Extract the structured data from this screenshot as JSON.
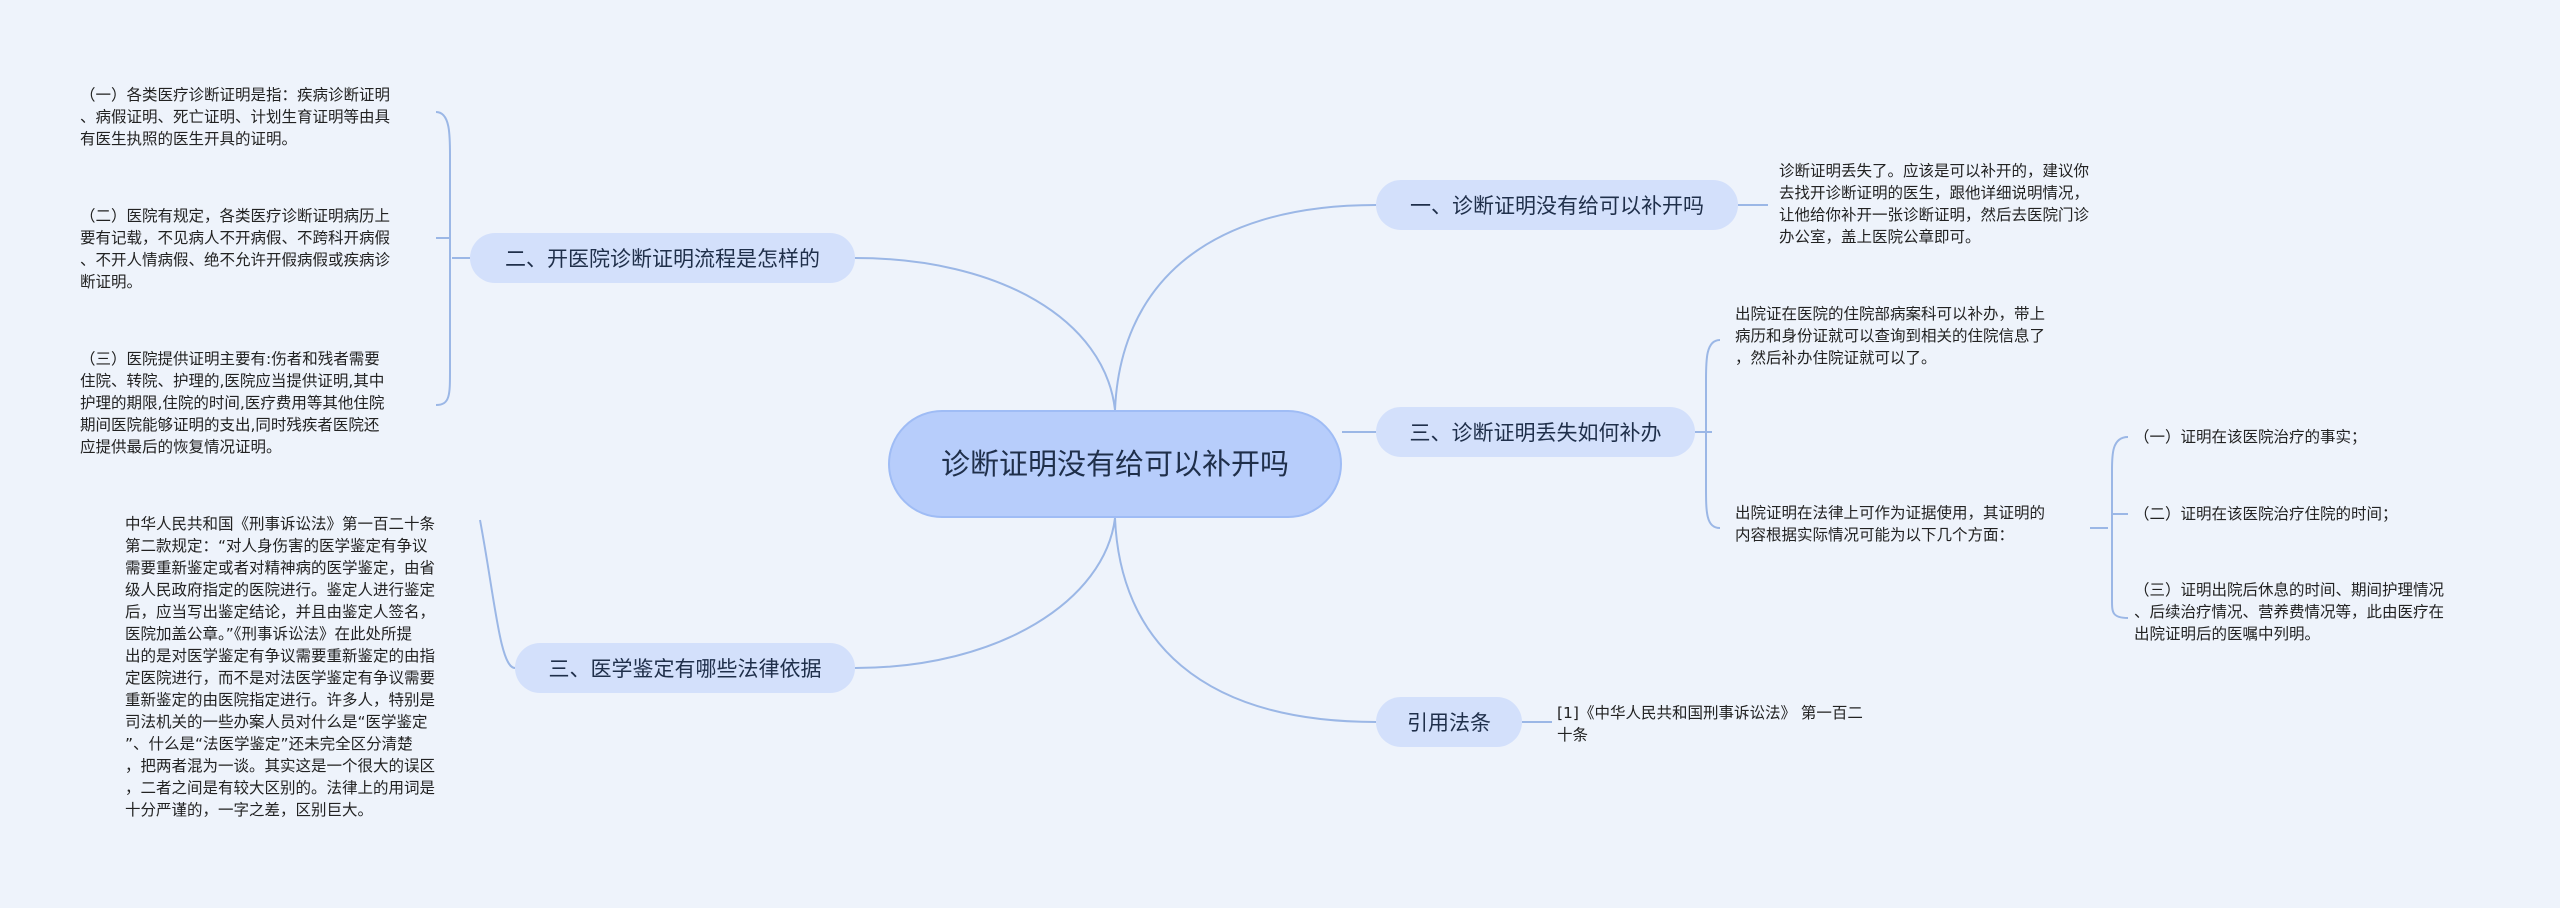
{
  "root": {
    "label": "诊断证明没有给可以补开吗"
  },
  "branches": {
    "b1": {
      "label": "一、诊断证明没有给可以补开吗",
      "leaf": "诊断证明丢失了。应该是可以补开的，建议你\n去找开诊断证明的医生，跟他详细说明情况，\n让他给你补开一张诊断证明，然后去医院门诊\n办公室，盖上医院公章即可。"
    },
    "b2": {
      "label": "三、诊断证明丢失如何补办",
      "leaf1": "出院证在医院的住院部病案科可以补办，带上\n病历和身份证就可以查询到相关的住院信息了\n，然后补办住院证就可以了。",
      "leaf2": "出院证明在法律上可作为证据使用，其证明的\n内容根据实际情况可能为以下几个方面：",
      "sub1": "（一）证明在该医院治疗的事实；",
      "sub2": "（二）证明在该医院治疗住院的时间；",
      "sub3": "（三）证明出院后休息的时间、期间护理情况\n、后续治疗情况、营养费情况等，此由医疗在\n出院证明后的医嘱中列明。"
    },
    "b3": {
      "label": "引用法条",
      "leaf": "[1]《中华人民共和国刑事诉讼法》 第一百二\n十条"
    },
    "b4": {
      "label": "二、开医院诊断证明流程是怎样的",
      "leaf1": "（一）各类医疗诊断证明是指：疾病诊断证明\n、病假证明、死亡证明、计划生育证明等由具\n有医生执照的医生开具的证明。",
      "leaf2": "（二）医院有规定，各类医疗诊断证明病历上\n要有记载，不见病人不开病假、不跨科开病假\n、不开人情病假、绝不允许开假病假或疾病诊\n断证明。",
      "leaf3": "（三）医院提供证明主要有:伤者和残者需要\n住院、转院、护理的,医院应当提供证明,其中\n护理的期限,住院的时间,医疗费用等其他住院\n期间医院能够证明的支出,同时残疾者医院还\n应提供最后的恢复情况证明。"
    },
    "b5": {
      "label": "三、医学鉴定有哪些法律依据",
      "leaf": "中华人民共和国《刑事诉讼法》第一百二十条\n第二款规定：“对人身伤害的医学鉴定有争议\n需要重新鉴定或者对精神病的医学鉴定，由省\n级人民政府指定的医院进行。鉴定人进行鉴定\n后，应当写出鉴定结论，并且由鉴定人签名，\n医院加盖公章。”《刑事诉讼法》在此处所提\n出的是对医学鉴定有争议需要重新鉴定的由指\n定医院进行，而不是对法医学鉴定有争议需要\n重新鉴定的由医院指定进行。许多人，特别是\n司法机关的一些办案人员对什么是“医学鉴定\n”、什么是“法医学鉴定”还未完全区分清楚\n，把两者混为一谈。其实这是一个很大的误区\n，二者之间是有较大区别的。法律上的用词是\n十分严谨的，一字之差，区别巨大。"
    }
  },
  "colors": {
    "background": "#eef3fb",
    "root_fill": "#b7cdfb",
    "branch_fill": "#d3e0fb",
    "link": "#9bb7e6"
  }
}
